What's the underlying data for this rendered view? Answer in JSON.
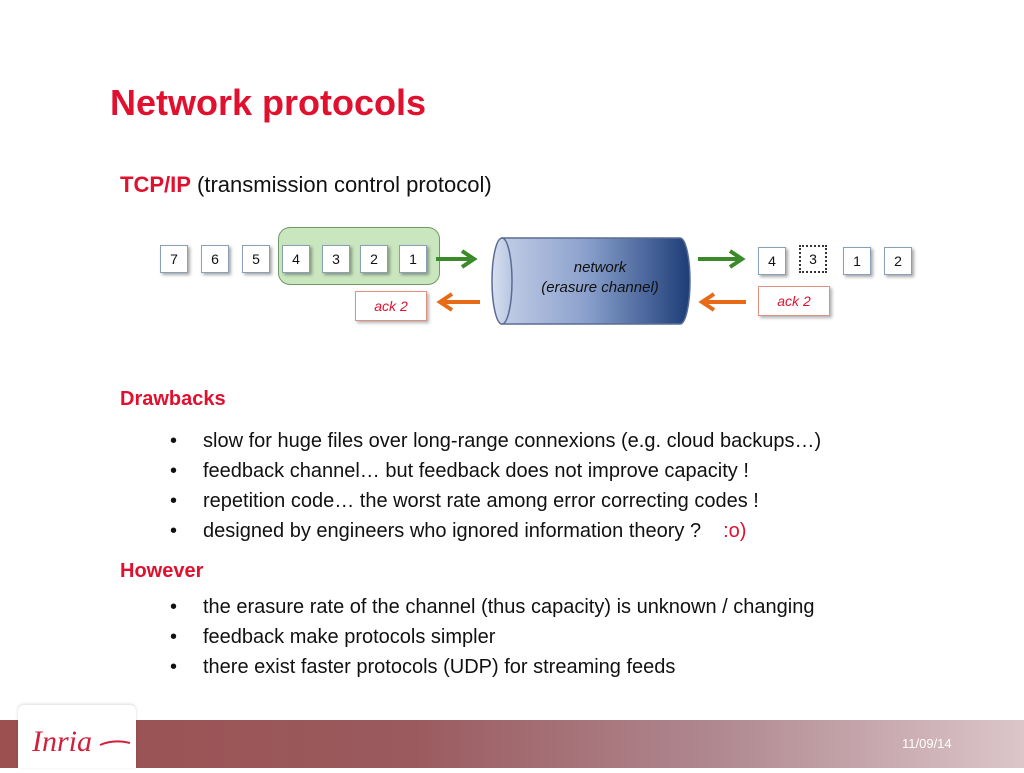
{
  "slide": {
    "title": "Network protocols",
    "subtitle_bold": "TCP/IP",
    "subtitle_rest": " (transmission control protocol)"
  },
  "diagram": {
    "sender_packets": [
      "7",
      "6",
      "5",
      "4",
      "3",
      "2",
      "1"
    ],
    "network_line1": "network",
    "network_line2": "(erasure channel)",
    "receiver_packets": [
      "4",
      "3",
      "1",
      "2"
    ],
    "ack_left": "ack  2",
    "ack_right": "ack  2",
    "colors": {
      "forward_arrow": "#3a8a2a",
      "ack_arrow": "#e86a16",
      "window_fill": "#c9e6bf",
      "pipe_dark": "#1d3d78"
    }
  },
  "drawbacks": {
    "heading": "Drawbacks",
    "items": [
      "slow for huge files over long-range connexions (e.g. cloud backups…)",
      "feedback channel… but feedback does not improve capacity !",
      "repetition code… the worst rate among error correcting codes !",
      "designed by engineers who ignored information theory ?"
    ],
    "smiley": ":o)"
  },
  "however": {
    "heading": "However",
    "items": [
      "the erasure rate of the channel (thus capacity) is unknown / changing",
      "feedback make protocols simpler",
      "there exist faster protocols (UDP) for streaming feeds"
    ]
  },
  "footer": {
    "logo_text": "Inria",
    "date": "11/09/14"
  }
}
